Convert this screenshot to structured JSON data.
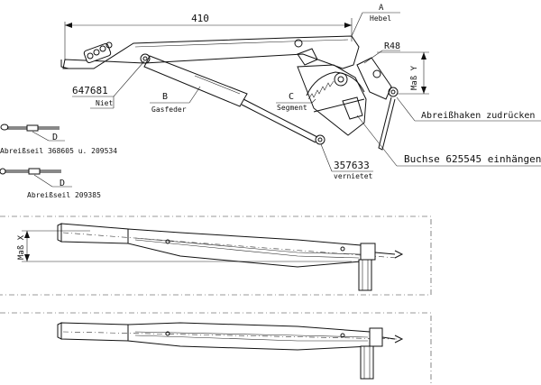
{
  "dimensions": {
    "length": "410",
    "radius": "R48",
    "mass_x": "Maß X",
    "mass_y": "Maß Y"
  },
  "labels": {
    "a_letter": "A",
    "a_text": "Hebel",
    "b_letter": "B",
    "b_text": "Gasfeder",
    "c_letter": "C",
    "c_text": "Segment",
    "d1_letter": "D",
    "d1_text": "Abreißseil 368605 u. 209534",
    "d2_letter": "D",
    "d2_text": "Abreißseil 209385",
    "part_647681": "647681",
    "part_647681_text": "Niet",
    "part_357633": "357633",
    "part_357633_text": "vernietet",
    "abreisshaken": "Abreißhaken zudrücken",
    "buchse": "Buchse 625545 einhängen"
  }
}
